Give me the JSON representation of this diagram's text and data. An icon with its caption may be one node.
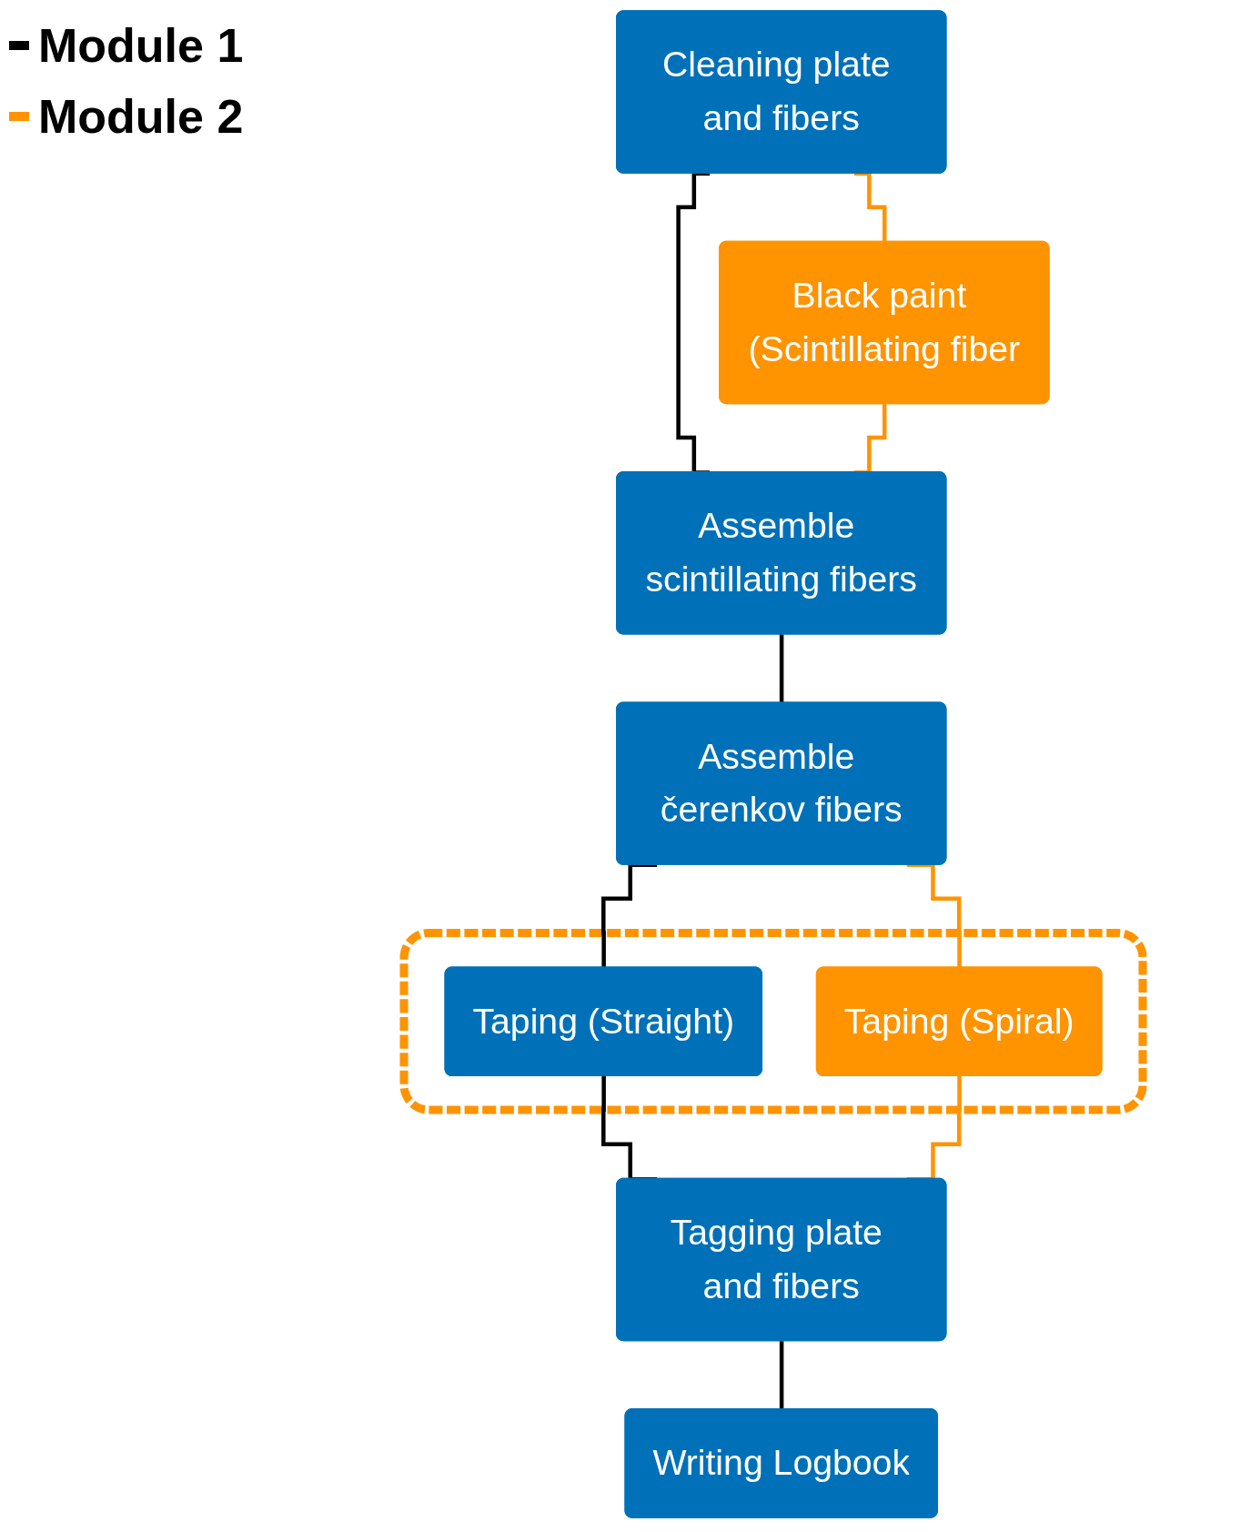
{
  "diagram": {
    "nodes": [
      {
        "text": [
          "Cleaning plate and fibers"
        ]
      },
      {
        "text": [
          "Black paint (Scintillating fiber"
        ]
      },
      {
        "text": [
          "Assemble scintillating fibers"
        ]
      },
      {
        "text": [
          "Assemble čerenkov fibers"
        ]
      },
      {
        "text": [],
        "shape": "box"
      },
      {
        "text": [
          "Taping (Straight)"
        ],
        "in": 4
      },
      {
        "text": [
          "Taping (Spiral)"
        ],
        "in": 4
      },
      {
        "text": [
          "Tagging plate and fibers"
        ]
      },
      {
        "text": [
          "Writing Logbook"
        ]
      }
    ],
    "edges": [
      {
        "from": 0,
        "to": 2,
        "arrow": "none"
      },
      {
        "from": 0,
        "to": 1,
        "arrow": "none",
        "color": "#ff9300"
      },
      {
        "from": 1,
        "to": 2,
        "arrow": "none",
        "color": "#ff9300"
      },
      {
        "from": 2,
        "to": 3,
        "arrow": "none"
      },
      {
        "from": 3,
        "to": 5,
        "arrow": "none"
      },
      {
        "from": 3,
        "to": 6,
        "arrow": "none",
        "color": "#ff9300"
      },
      {
        "from": 5,
        "to": 7,
        "arrow": "none"
      },
      {
        "from": 6,
        "to": 7,
        "arrow": "none",
        "color": "#ff9300"
      },
      {
        "from": 7,
        "to": 8,
        "arrow": "none"
      }
    ],
    "legend": [
      {
        "text": "Module 1",
        "color": "#000000"
      },
      {
        "text": "Module 2",
        "color": "#ff9300"
      }
    ]
  }
}
